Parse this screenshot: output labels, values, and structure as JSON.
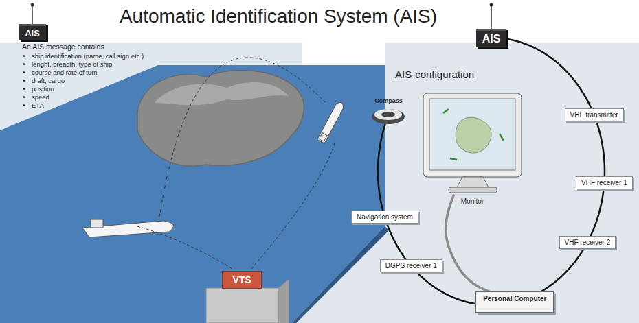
{
  "diagram": {
    "title": "Automatic Identification System (AIS)",
    "nodes": [
      {
        "text": [
          "AIS"
        ]
      },
      {
        "text": [
          "VTS"
        ]
      },
      {
        "text": [
          "AIS"
        ]
      },
      {
        "text": [
          "VHF transmitter"
        ]
      },
      {
        "text": [
          "VHF receiver 1"
        ]
      },
      {
        "text": [
          "VHF receiver 2"
        ]
      },
      {
        "text": [
          "Personal Computer"
        ]
      },
      {
        "text": [
          "DGPS receiver 1"
        ]
      },
      {
        "text": [
          "Navigation system"
        ]
      },
      {
        "text": [
          "Compass"
        ]
      },
      {
        "text": [
          "Monitor"
        ]
      }
    ],
    "edges": [
      {
        "from": 2,
        "to": 3,
        "arrow": "none"
      },
      {
        "from": 3,
        "to": 4,
        "arrow": "none"
      },
      {
        "from": 4,
        "to": 5,
        "arrow": "none"
      },
      {
        "from": 5,
        "to": 6,
        "arrow": "none"
      },
      {
        "from": 6,
        "to": 7,
        "arrow": "none"
      },
      {
        "from": 7,
        "to": 8,
        "arrow": "none"
      },
      {
        "from": 8,
        "to": 9,
        "arrow": "none"
      },
      {
        "from": 10,
        "to": 6,
        "arrow": "none"
      }
    ],
    "labels": [
      "An AIS message contains",
      "ship identification (name, call sign etc.)",
      "lenght, breadth, type of ship",
      "course and rate of turn",
      "draft, cargo",
      "position",
      "speed",
      "ETA",
      "AIS-configuration"
    ]
  }
}
